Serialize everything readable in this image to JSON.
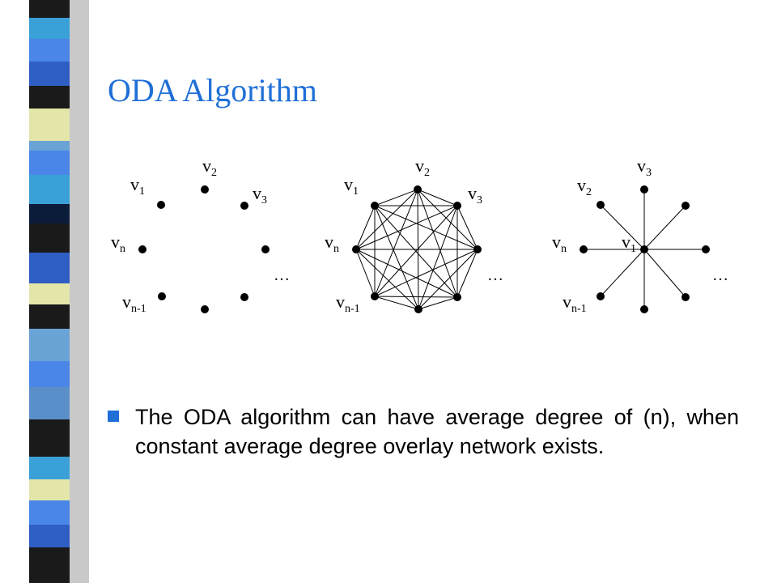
{
  "slide": {
    "title": "ODA Algorithm",
    "bullet": "The ODA algorithm can have average degree of (n), when constant average degree overlay network exists."
  },
  "colors": {
    "title": "#1f6fd6",
    "bullet_marker": "#1f6fd6",
    "stripe": [
      "#4a86e8",
      "#2f5fc4",
      "#e3e6a8",
      "#1a1a1a",
      "#3aa0d8",
      "#6aa3d6",
      "#0b1b3a",
      "#5b8fc9"
    ]
  },
  "diagrams": [
    {
      "name": "empty",
      "labels": [
        {
          "base": "v",
          "sub": "1"
        },
        {
          "base": "v",
          "sub": "2"
        },
        {
          "base": "v",
          "sub": "3"
        },
        {
          "base": "v",
          "sub": "n"
        },
        {
          "base": "v",
          "sub": "n-1"
        }
      ],
      "ellipsis": "…",
      "edges": "none"
    },
    {
      "name": "complete",
      "labels": [
        {
          "base": "v",
          "sub": "1"
        },
        {
          "base": "v",
          "sub": "2"
        },
        {
          "base": "v",
          "sub": "3"
        },
        {
          "base": "v",
          "sub": "n"
        },
        {
          "base": "v",
          "sub": "n-1"
        }
      ],
      "ellipsis": "…",
      "edges": "complete"
    },
    {
      "name": "star",
      "labels": [
        {
          "base": "v",
          "sub": "2"
        },
        {
          "base": "v",
          "sub": "3"
        },
        {
          "base": "v",
          "sub": "n"
        },
        {
          "base": "v",
          "sub": "1"
        },
        {
          "base": "v",
          "sub": "n-1"
        }
      ],
      "ellipsis": "…",
      "edges": "star"
    }
  ]
}
